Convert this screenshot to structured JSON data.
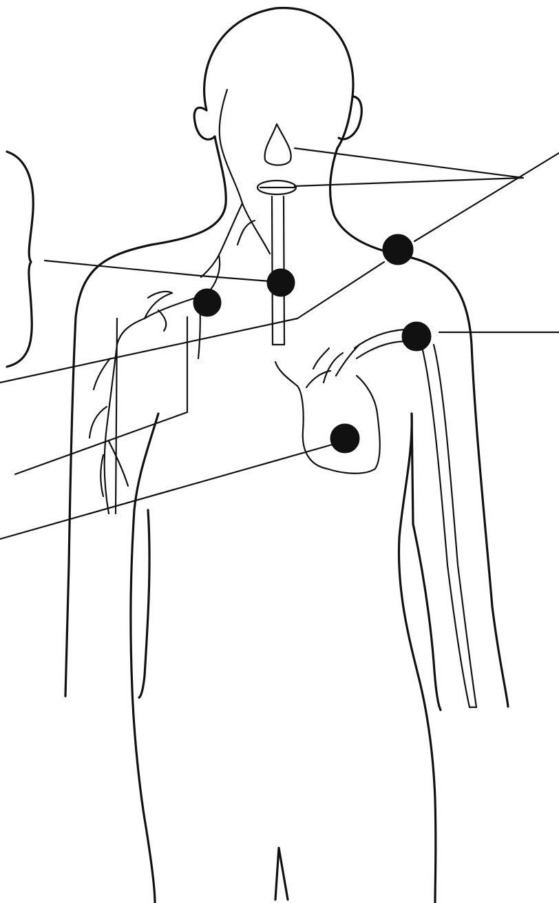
{
  "figure": {
    "kind": "anatomical line drawing",
    "colors": {
      "ink": "#111111",
      "background": "#ffffff"
    },
    "markers": [
      {
        "id": "neck-center"
      },
      {
        "id": "right-clavicle"
      },
      {
        "id": "left-shoulder"
      },
      {
        "id": "left-arm-artery"
      },
      {
        "id": "heart"
      }
    ],
    "labels": []
  }
}
